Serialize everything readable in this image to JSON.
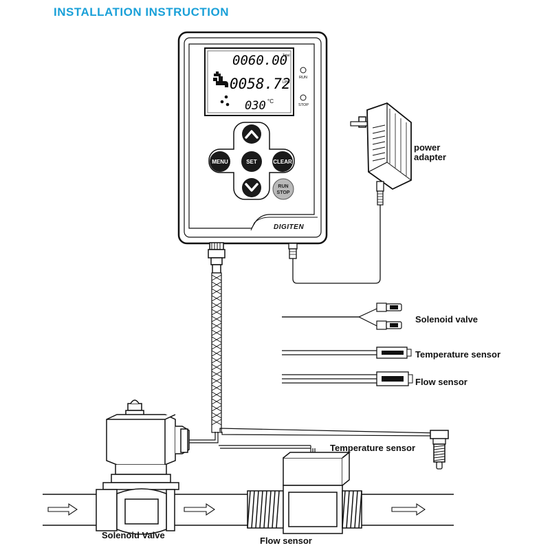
{
  "title": "INSTALLATION  INSTRUCTION",
  "controller": {
    "brand": "DIGITEN",
    "display": {
      "total_value": "0060.00",
      "total_unit": "Total",
      "rate_value": "0058.72",
      "rate_unit": "LPM",
      "temp_value": "030",
      "temp_unit": "°C"
    },
    "indicators": {
      "run": "RUN",
      "stop": "STOP"
    },
    "buttons": {
      "menu": "MENU",
      "set": "SET",
      "clear": "CLEAR",
      "run_stop_line1": "RUN",
      "run_stop_line2": "STOP"
    }
  },
  "labels": {
    "power_adapter_line1": "power",
    "power_adapter_line2": "adapter",
    "connector_solenoid": "Solenoid valve",
    "connector_temperature": "Temperature sensor",
    "connector_flow": "Flow sensor",
    "temperature_sensor": "Temperature  sensor",
    "solenoid_valve": "Solenoid Valve",
    "flow_sensor": "Flow  sensor"
  }
}
